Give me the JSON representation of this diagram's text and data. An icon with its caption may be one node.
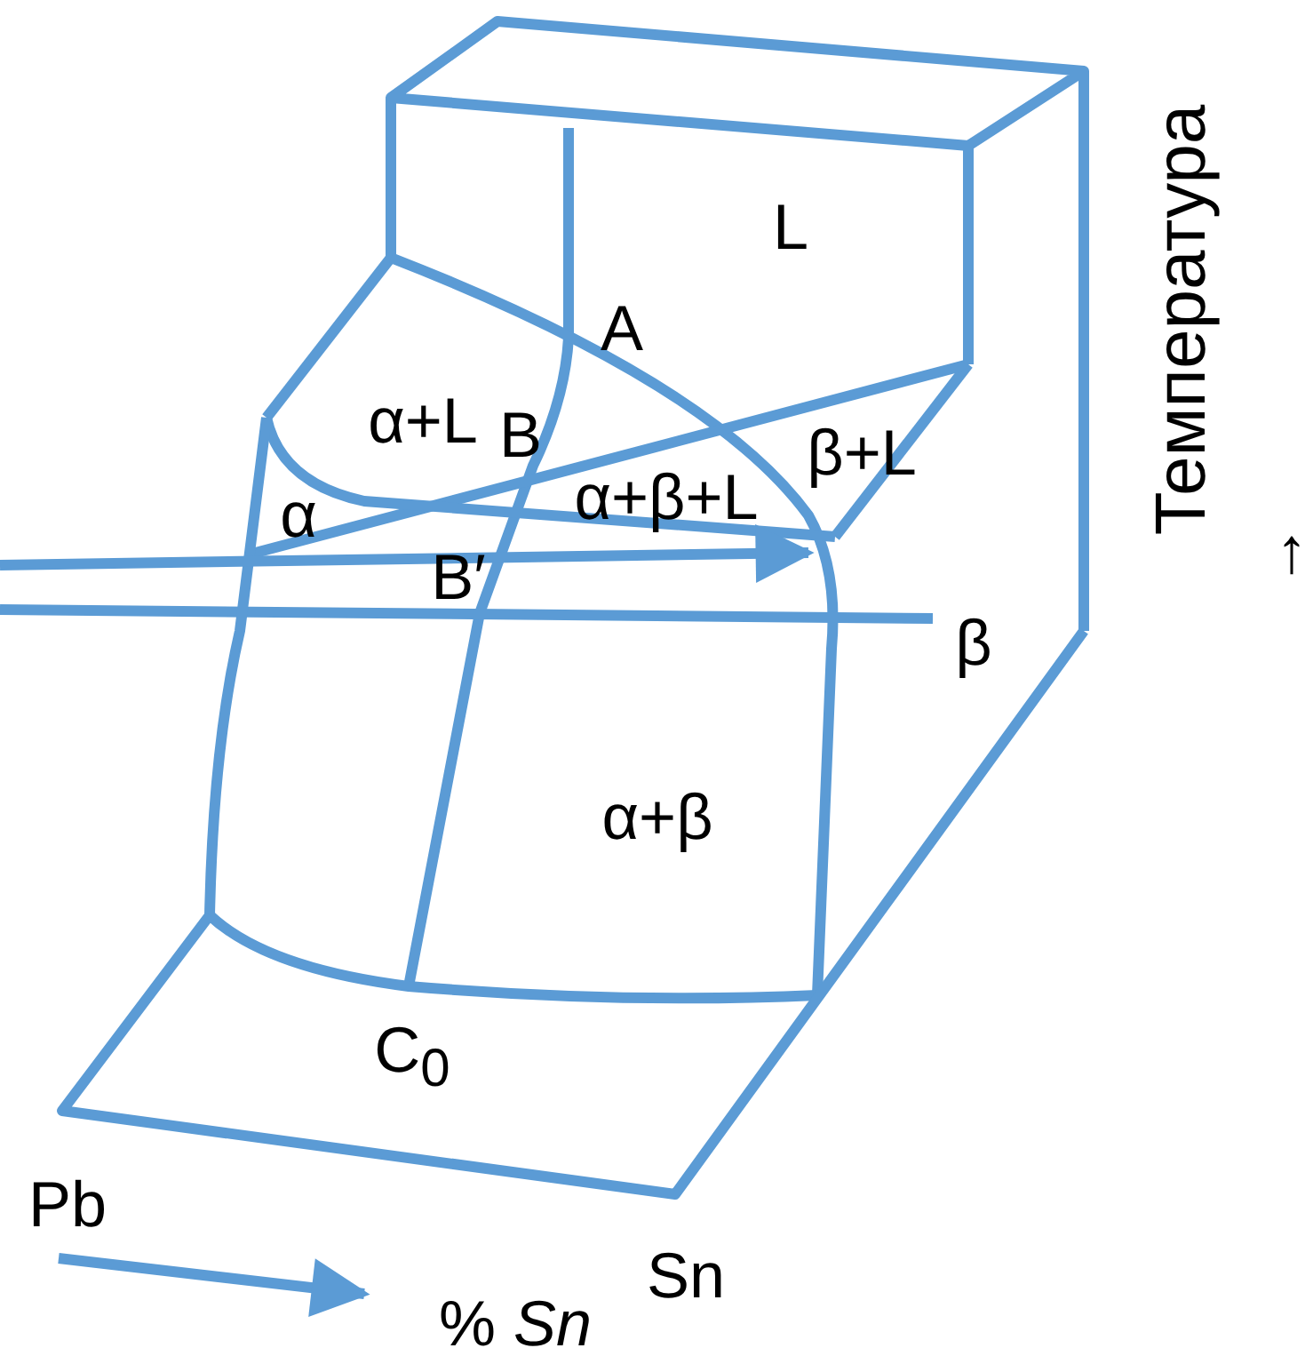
{
  "diagram": {
    "labels": [
      "L",
      "A",
      "α+L",
      "B",
      "β+L",
      "α",
      "α+β+L",
      "B′",
      "β",
      "α+β",
      "C$_{0}$",
      "Температура",
      "↑",
      "Pb",
      "Sn",
      "% *Sn*"
    ]
  }
}
